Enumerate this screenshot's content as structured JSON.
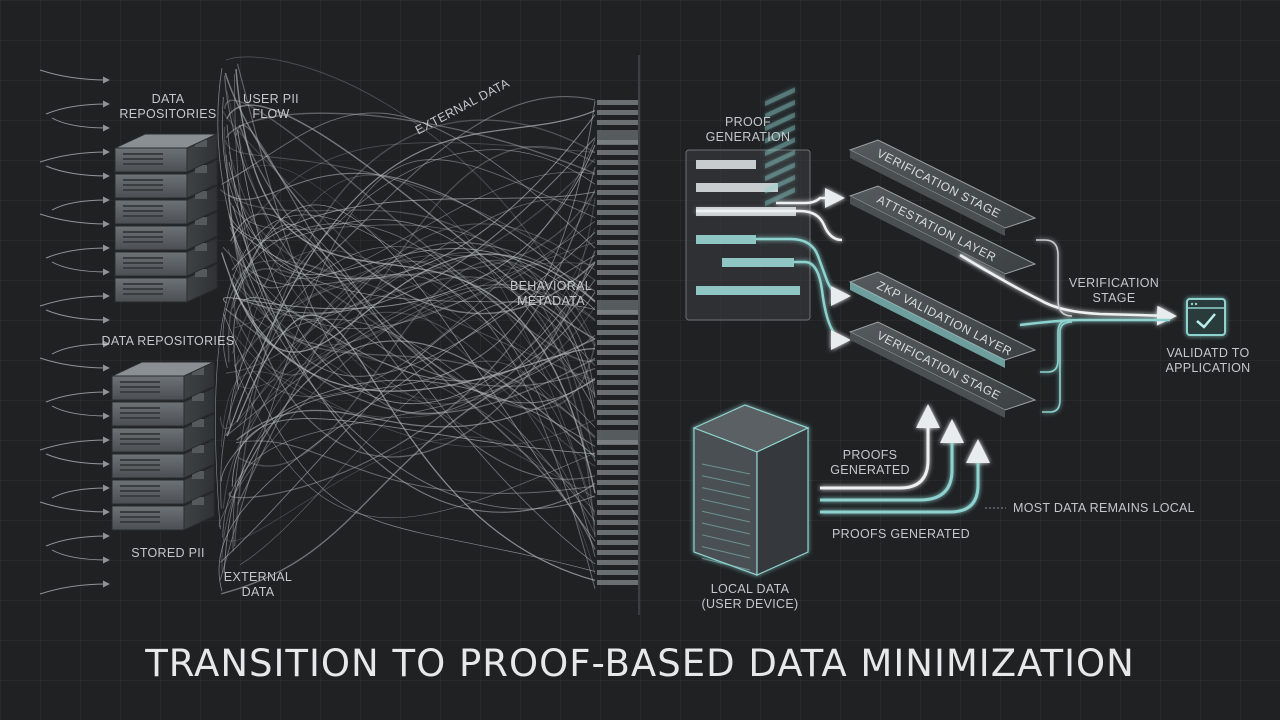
{
  "title": "TRANSITION TO PROOF-BASED DATA MINIMIZATION",
  "left": {
    "data_repositories_top": "DATA\nREPOSITORIES",
    "user_pii_flow": "USER PII\nFLOW",
    "external_data_diag": "EXTERNAL DATA",
    "data_repositories_bottom": "DATA REPOSITORIES",
    "behavioral_metadata": "BEHAVIORAL\nMETADATA",
    "stored_pii": "STORED PII",
    "external_data_bottom": "EXTERNAL\nDATA"
  },
  "right": {
    "proof_generation": "PROOF\nGENERATION",
    "layers": [
      "VERIFICATION STAGE",
      "ATTESTATION LAYER",
      "ZKP VALIDATION LAYER",
      "VERIFICATION STAGE"
    ],
    "verification_stage": "VERIFICATION\nSTAGE",
    "validated_to_application": "VALIDATD TO\nAPPLICATION",
    "proofs_generated_1": "PROOFS\nGENERATED",
    "most_data_remains_local": "MOST DATA REMAINS LOCAL",
    "proofs_generated_2": "PROOFS GENERATED",
    "local_data": "LOCAL DATA\n(USER DEVICE)"
  },
  "colors": {
    "background": "#1f2123",
    "accent_teal": "#8fd3d0",
    "line_grey": "#a9aeb2",
    "text": "#c4c8cb"
  },
  "icons": [
    "server-stack-icon",
    "checkmark-window-icon"
  ]
}
